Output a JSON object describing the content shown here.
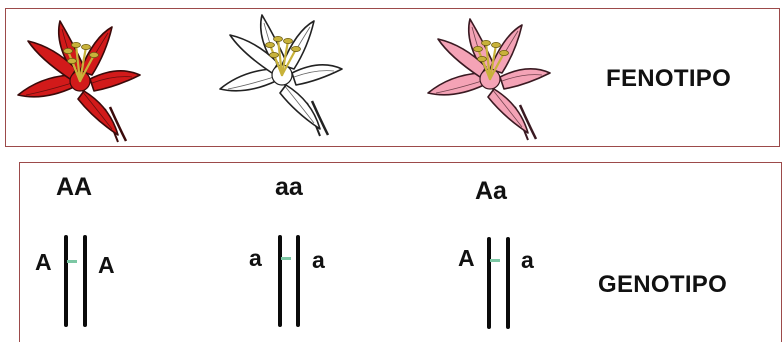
{
  "phenotype": {
    "label": "FENOTIPO",
    "flowers": [
      {
        "name": "red",
        "petal": "#d21a1a",
        "stroke": "#3a0a0a",
        "stamen": "#c8b23a"
      },
      {
        "name": "white",
        "petal": "#ffffff",
        "stroke": "#222222",
        "stamen": "#c8b23a"
      },
      {
        "name": "pink",
        "petal": "#f4a3b6",
        "stroke": "#3a1a22",
        "stamen": "#c8b23a"
      }
    ]
  },
  "genotype": {
    "label": "GENOTIPO",
    "pairs": [
      {
        "genotype": "AA",
        "left": "A",
        "right": "A"
      },
      {
        "genotype": "aa",
        "left": "a",
        "right": "a"
      },
      {
        "genotype": "Aa",
        "left": "A",
        "right": "a"
      }
    ],
    "chromosome_color": "#0a0a0a",
    "locus_color": "#7cc7a4"
  }
}
